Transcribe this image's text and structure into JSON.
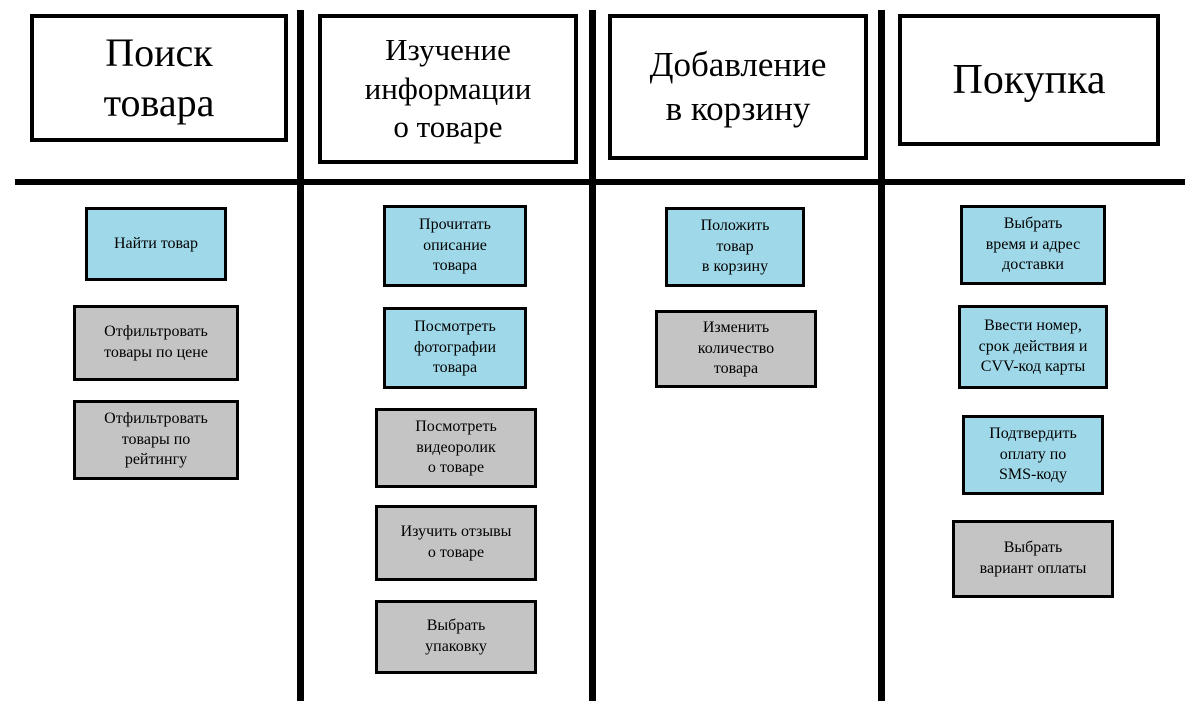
{
  "colors": {
    "card_blue": "#9fd8e8",
    "card_gray": "#c4c4c4",
    "line": "#000000",
    "background": "#ffffff"
  },
  "columns": [
    {
      "id": "product-search",
      "header": "Поиск\nтовара",
      "cards": [
        {
          "label": "Найти товар",
          "type": "blue"
        },
        {
          "label": "Отфильтровать\nтовары по цене",
          "type": "gray"
        },
        {
          "label": "Отфильтровать\nтовары по\nрейтингу",
          "type": "gray"
        }
      ]
    },
    {
      "id": "study-product-info",
      "header": "Изучение\nинформации\nо товаре",
      "cards": [
        {
          "label": "Прочитать\nописание\nтовара",
          "type": "blue"
        },
        {
          "label": "Посмотреть\nфотографии\nтовара",
          "type": "blue"
        },
        {
          "label": "Посмотреть\nвидеоролик\nо товаре",
          "type": "gray"
        },
        {
          "label": "Изучить отзывы\nо товаре",
          "type": "gray"
        },
        {
          "label": "Выбрать\nупаковку",
          "type": "gray"
        }
      ]
    },
    {
      "id": "add-to-cart",
      "header": "Добавление\nв корзину",
      "cards": [
        {
          "label": "Положить\nтовар\nв корзину",
          "type": "blue"
        },
        {
          "label": "Изменить\nколичество\nтовара",
          "type": "gray"
        }
      ]
    },
    {
      "id": "purchase",
      "header": "Покупка",
      "cards": [
        {
          "label": "Выбрать\nвремя и адрес\nдоставки",
          "type": "blue"
        },
        {
          "label": "Ввести номер,\nсрок действия и\nCVV-код карты",
          "type": "blue"
        },
        {
          "label": "Подтвердить\nоплату по\nSMS-коду",
          "type": "blue"
        },
        {
          "label": "Выбрать\nвариант оплаты",
          "type": "gray"
        }
      ]
    }
  ]
}
